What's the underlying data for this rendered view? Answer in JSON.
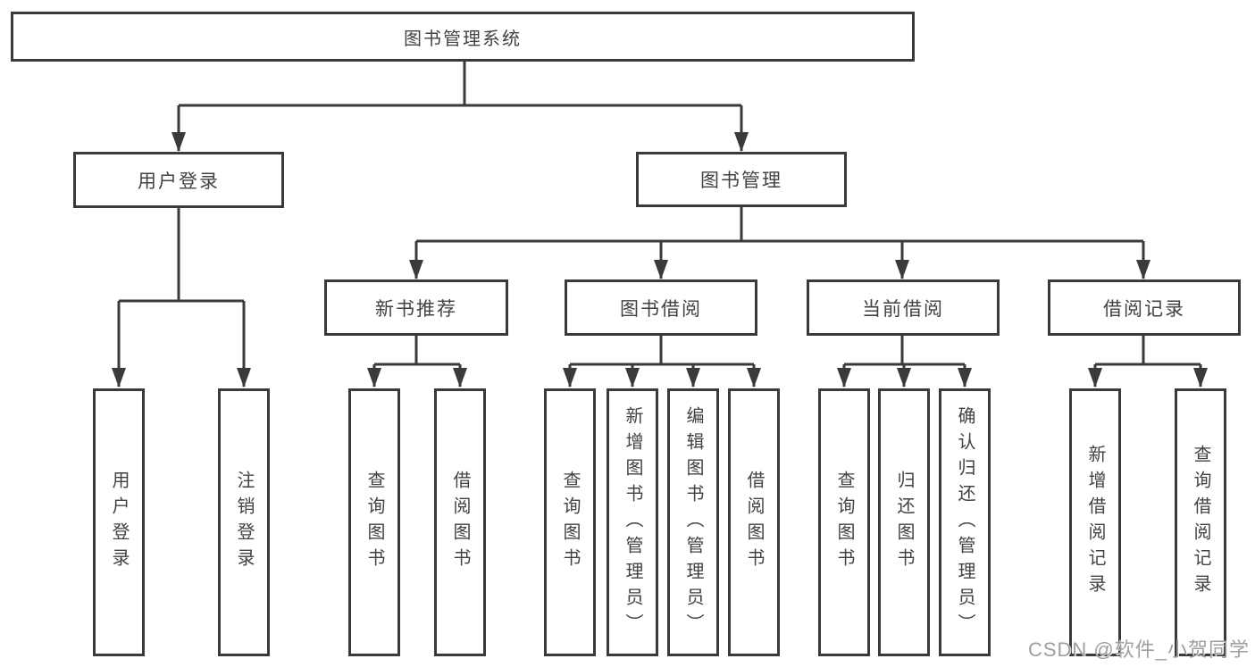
{
  "title_node": "图书管理系统",
  "branches": {
    "user": {
      "label": "用户登录",
      "children": [
        "用户登录",
        "注销登录"
      ]
    },
    "mgmt": {
      "label": "图书管理",
      "sections": {
        "recommend": {
          "label": "新书推荐",
          "children": [
            "查询图书",
            "借阅图书"
          ]
        },
        "borrow": {
          "label": "图书借阅",
          "children": [
            "查询图书",
            "新增图书（管理员）",
            "编辑图书（管理员）",
            "借阅图书"
          ]
        },
        "current": {
          "label": "当前借阅",
          "children": [
            "查询图书",
            "归还图书",
            "确认归还（管理员）"
          ]
        },
        "records": {
          "label": "借阅记录",
          "children": [
            "新增借阅记录",
            "查询借阅记录"
          ]
        }
      }
    }
  },
  "watermark": "CSDN @软件_小贺同学",
  "colors": {
    "line": "#3a3a3a",
    "text": "#424242",
    "watermark": "#9e9e9e"
  }
}
